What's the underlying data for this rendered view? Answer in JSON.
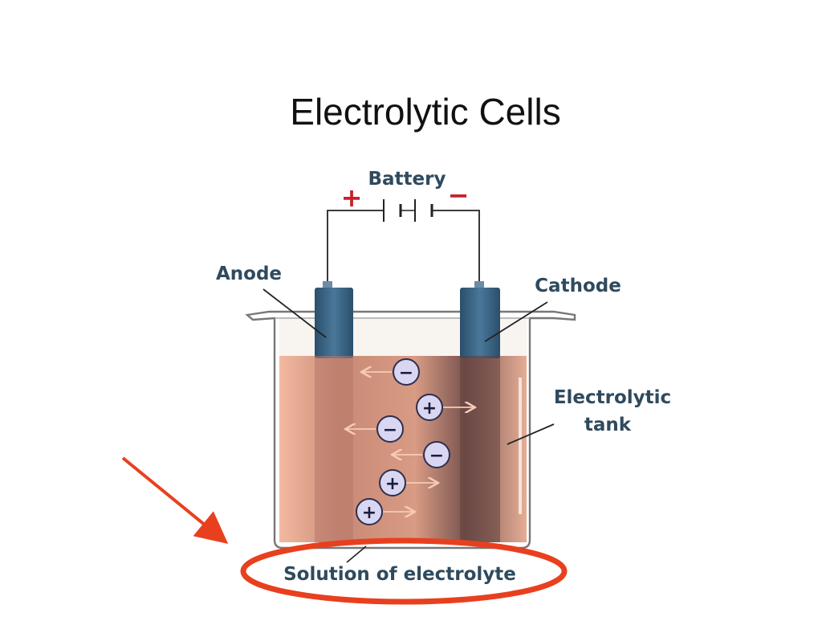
{
  "title": "Electrolytic Cells",
  "labels": {
    "battery": "Battery",
    "anode": "Anode",
    "cathode": "Cathode",
    "tank_line1": "Electrolytic",
    "tank_line2": "tank",
    "solution": "Solution of electrolyte"
  },
  "battery_terminals": {
    "positive": "+",
    "negative": "−"
  },
  "ions": [
    {
      "sign": "−",
      "direction": "left"
    },
    {
      "sign": "+",
      "direction": "right"
    },
    {
      "sign": "−",
      "direction": "left"
    },
    {
      "sign": "−",
      "direction": "left"
    },
    {
      "sign": "+",
      "direction": "right"
    },
    {
      "sign": "+",
      "direction": "right"
    }
  ],
  "colors": {
    "label_text": "#2f4a5e",
    "electrode": "#35607f",
    "solution": "#e3a48a",
    "solution_dark": "#6e4a44",
    "terminal_positive": "#c8202a",
    "terminal_negative": "#c8202a",
    "ion_fill": "#d9d6f2",
    "arrow": "#f5c8b2",
    "highlight": "#e8401f"
  }
}
